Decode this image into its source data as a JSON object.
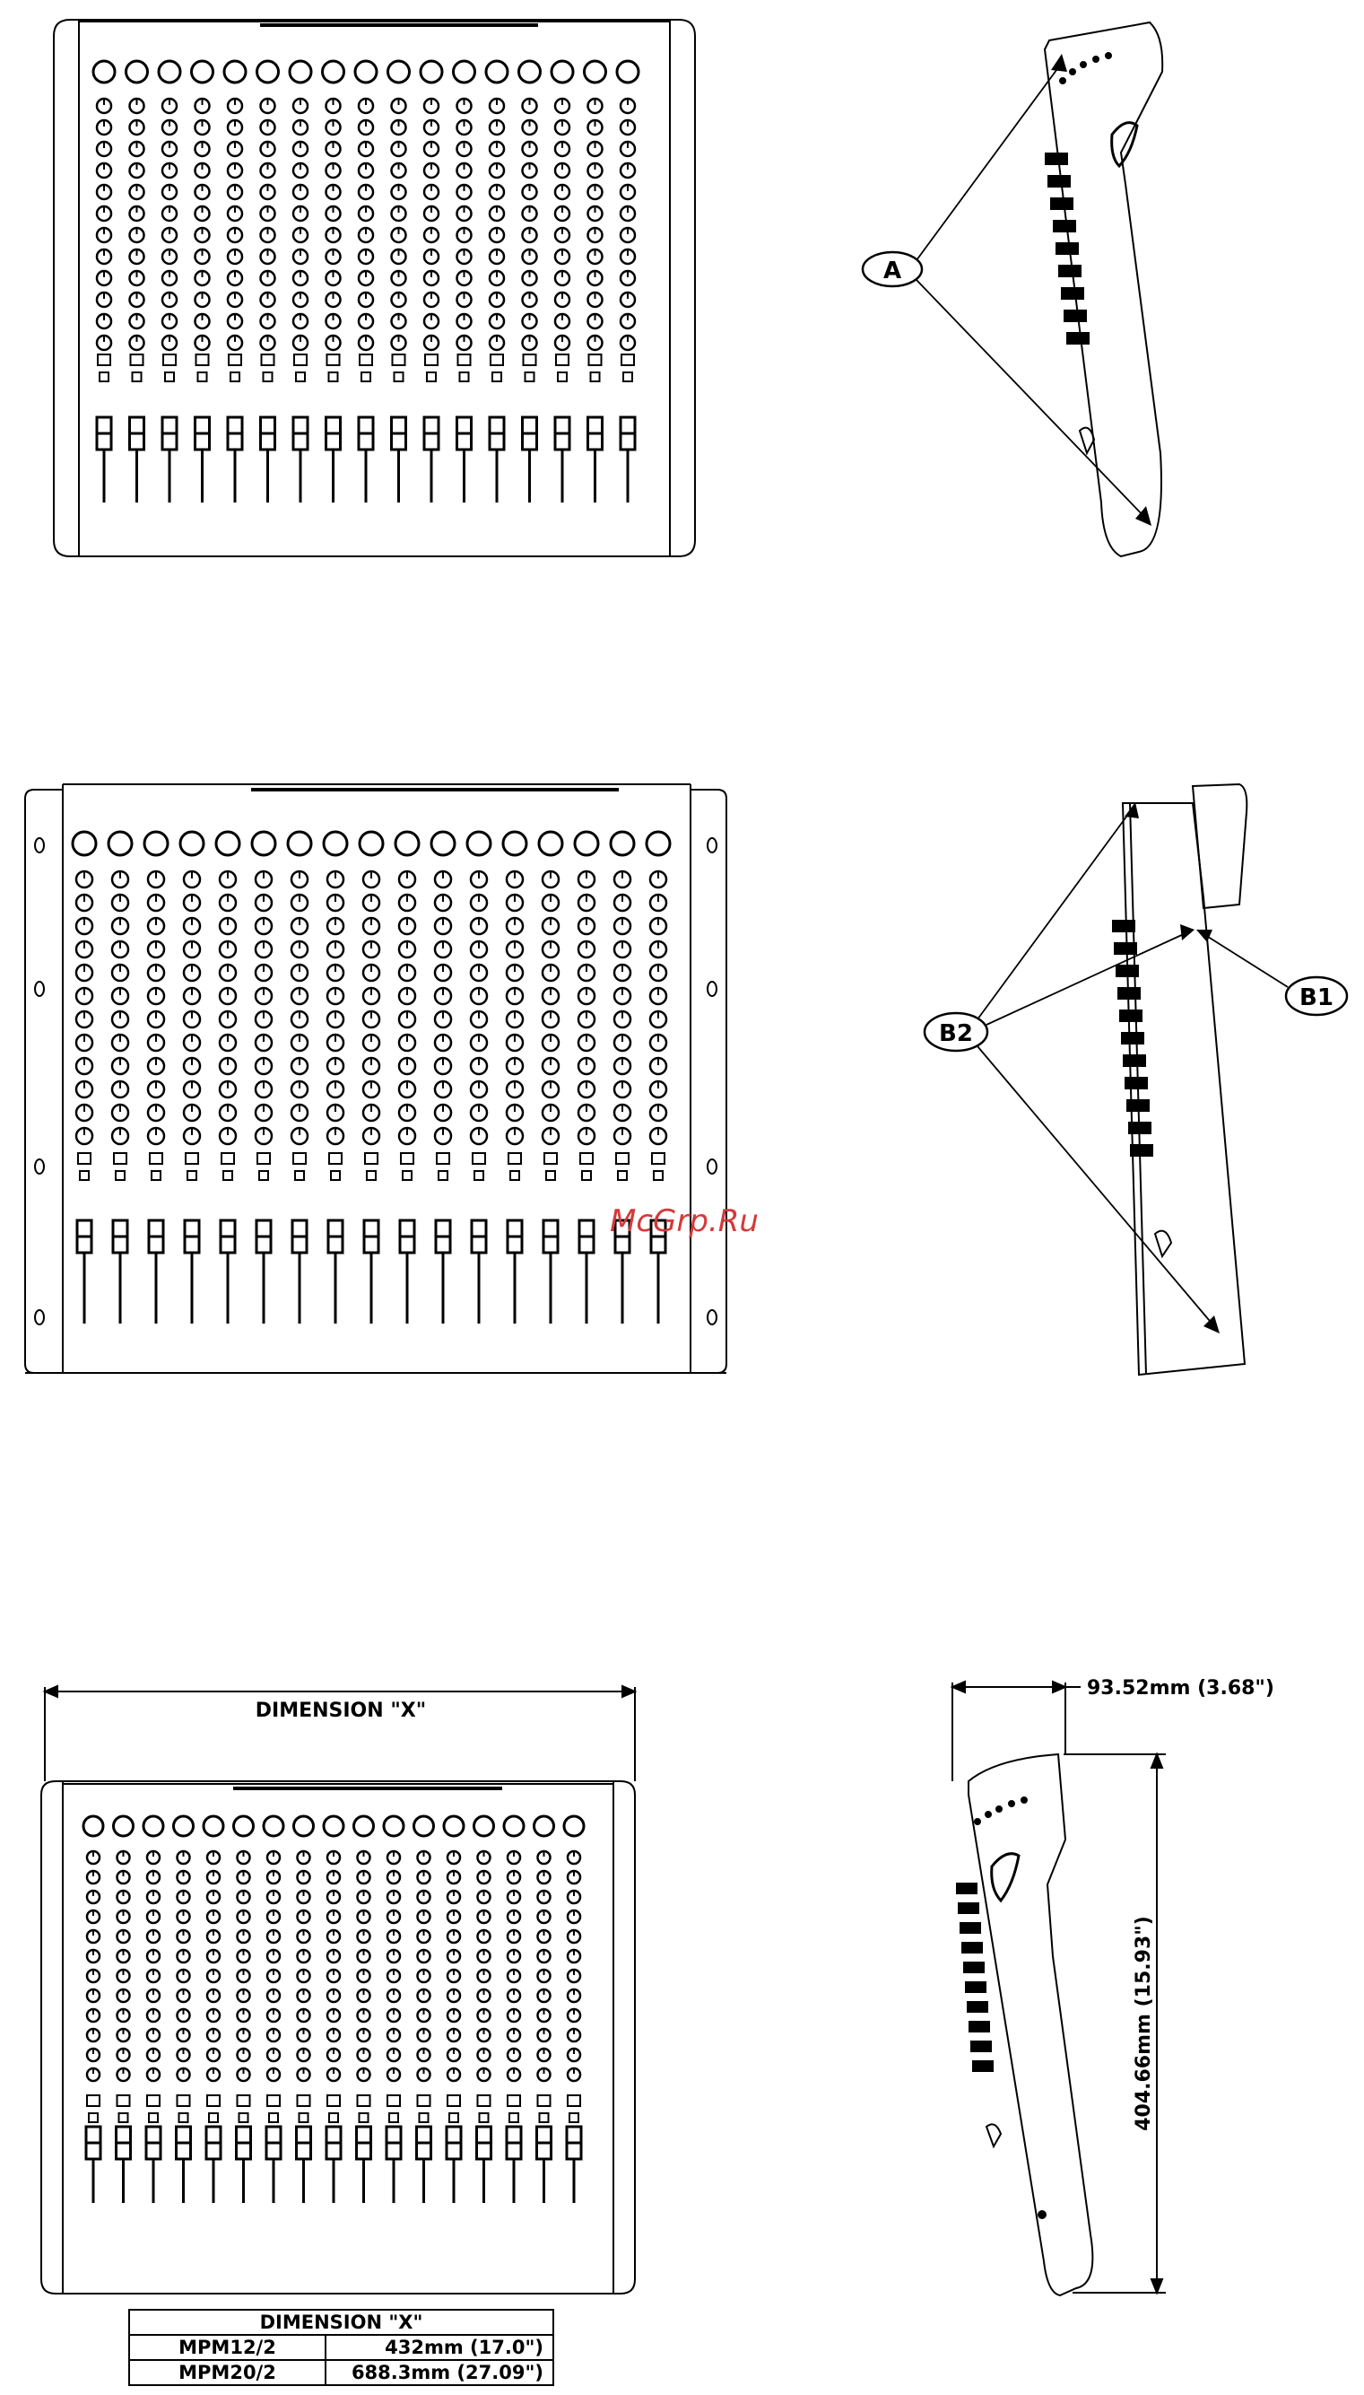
{
  "labels": {
    "a": "A",
    "b1": "B1",
    "b2": "B2",
    "dimension_x": "DIMENSION \"X\"",
    "depth": "93.52mm (3.68\")",
    "height": "404.66mm (15.93\")",
    "watermark": "McGrp.Ru"
  },
  "dimension_table": {
    "header": "DIMENSION \"X\"",
    "rows": [
      {
        "model": "MPM12/2",
        "value": "432mm (17.0\")"
      },
      {
        "model": "MPM20/2",
        "value": "688.3mm (27.09\")"
      }
    ]
  },
  "colors": {
    "line": "#000000",
    "watermark": "#d23a3a"
  }
}
